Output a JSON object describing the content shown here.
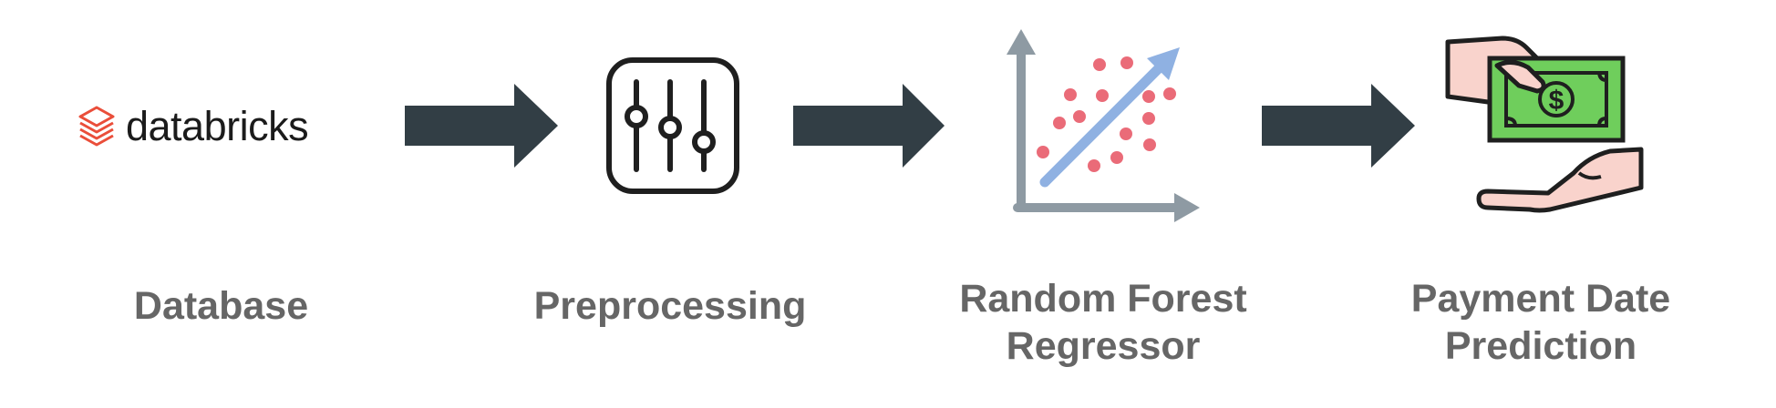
{
  "logo": {
    "wordmark": "databricks",
    "icon": "databricks-layers-icon",
    "brand_color": "#ea4e3a"
  },
  "steps": [
    {
      "label": "Database",
      "icon": "databricks-logo"
    },
    {
      "label": "Preprocessing",
      "icon": "sliders-icon"
    },
    {
      "label_lines": [
        "Random Forest",
        "Regressor"
      ],
      "icon": "scatter-regression-icon"
    },
    {
      "label_lines": [
        "Payment Date",
        "Prediction"
      ],
      "icon": "money-exchange-icon"
    }
  ],
  "connectors": [
    "arrow-right-icon",
    "arrow-right-icon",
    "arrow-right-icon"
  ],
  "colors": {
    "arrow": "#323e45",
    "label": "#666666",
    "axis": "#8e9aa3",
    "regression_arrow": "#8fb1e2",
    "dots": "#ea6b78",
    "money_green": "#6fce5c",
    "hand_skin": "#f9d3cc"
  }
}
